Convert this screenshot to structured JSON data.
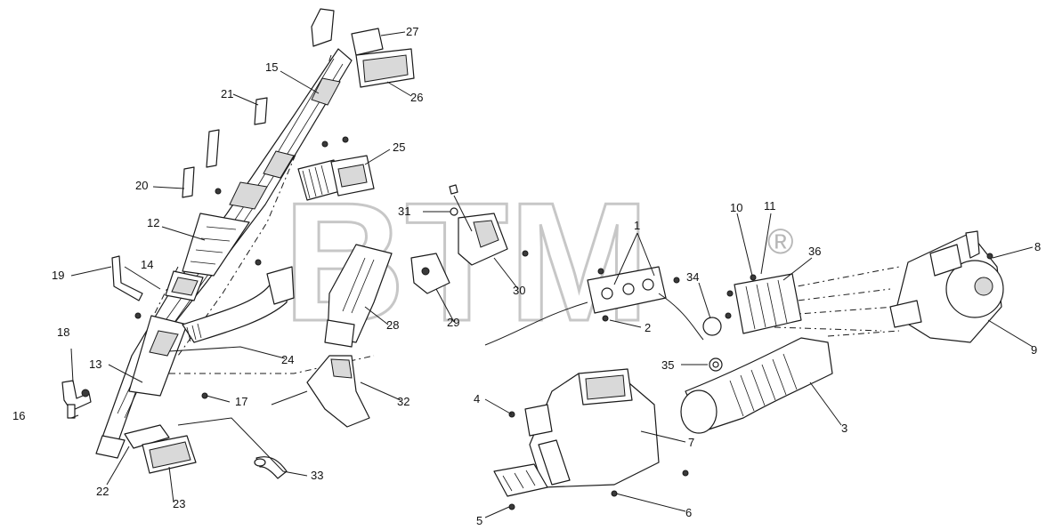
{
  "watermark": {
    "text": "BTM",
    "mark": "®"
  },
  "callouts": [
    {
      "label": "1"
    },
    {
      "label": "2"
    },
    {
      "label": "3"
    },
    {
      "label": "4"
    },
    {
      "label": "5"
    },
    {
      "label": "6"
    },
    {
      "label": "7"
    },
    {
      "label": "8"
    },
    {
      "label": "9"
    },
    {
      "label": "10"
    },
    {
      "label": "11"
    },
    {
      "label": "12"
    },
    {
      "label": "13"
    },
    {
      "label": "14"
    },
    {
      "label": "15"
    },
    {
      "label": "16"
    },
    {
      "label": "17"
    },
    {
      "label": "18"
    },
    {
      "label": "19"
    },
    {
      "label": "20"
    },
    {
      "label": "21"
    },
    {
      "label": "22"
    },
    {
      "label": "23"
    },
    {
      "label": "24"
    },
    {
      "label": "25"
    },
    {
      "label": "26"
    },
    {
      "label": "27"
    },
    {
      "label": "28"
    },
    {
      "label": "29"
    },
    {
      "label": "30"
    },
    {
      "label": "31"
    },
    {
      "label": "32"
    },
    {
      "label": "33"
    },
    {
      "label": "34"
    },
    {
      "label": "35"
    },
    {
      "label": "36"
    }
  ]
}
